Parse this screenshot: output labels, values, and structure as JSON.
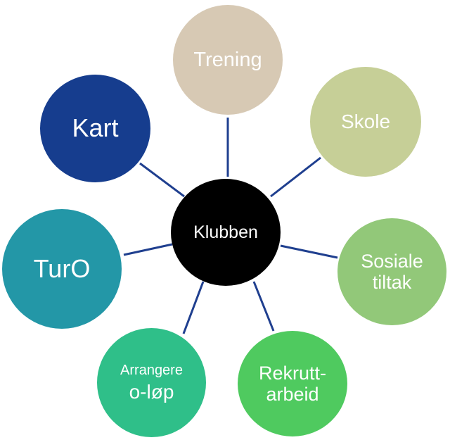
{
  "diagram": {
    "hub": {
      "label": "Klubben",
      "color": "#000000"
    },
    "colors": {
      "connector": "#1f3f8f"
    },
    "nodes": [
      {
        "id": "trening",
        "lines": [
          "Trening"
        ],
        "color": "#d7c9b4"
      },
      {
        "id": "skole",
        "lines": [
          "Skole"
        ],
        "color": "#c6cf97"
      },
      {
        "id": "sosiale",
        "lines": [
          "Sosiale",
          "tiltak"
        ],
        "color": "#92c879"
      },
      {
        "id": "rekrutt",
        "lines": [
          "Rekrutt-",
          "arbeid"
        ],
        "color": "#4fca5f"
      },
      {
        "id": "arrangere",
        "lines": [
          "Arrangere",
          "o-løp"
        ],
        "color": "#2fbf89"
      },
      {
        "id": "turo",
        "lines": [
          "TurO"
        ],
        "color": "#2397a7"
      },
      {
        "id": "kart",
        "lines": [
          "Kart"
        ],
        "color": "#163d8e"
      }
    ]
  }
}
